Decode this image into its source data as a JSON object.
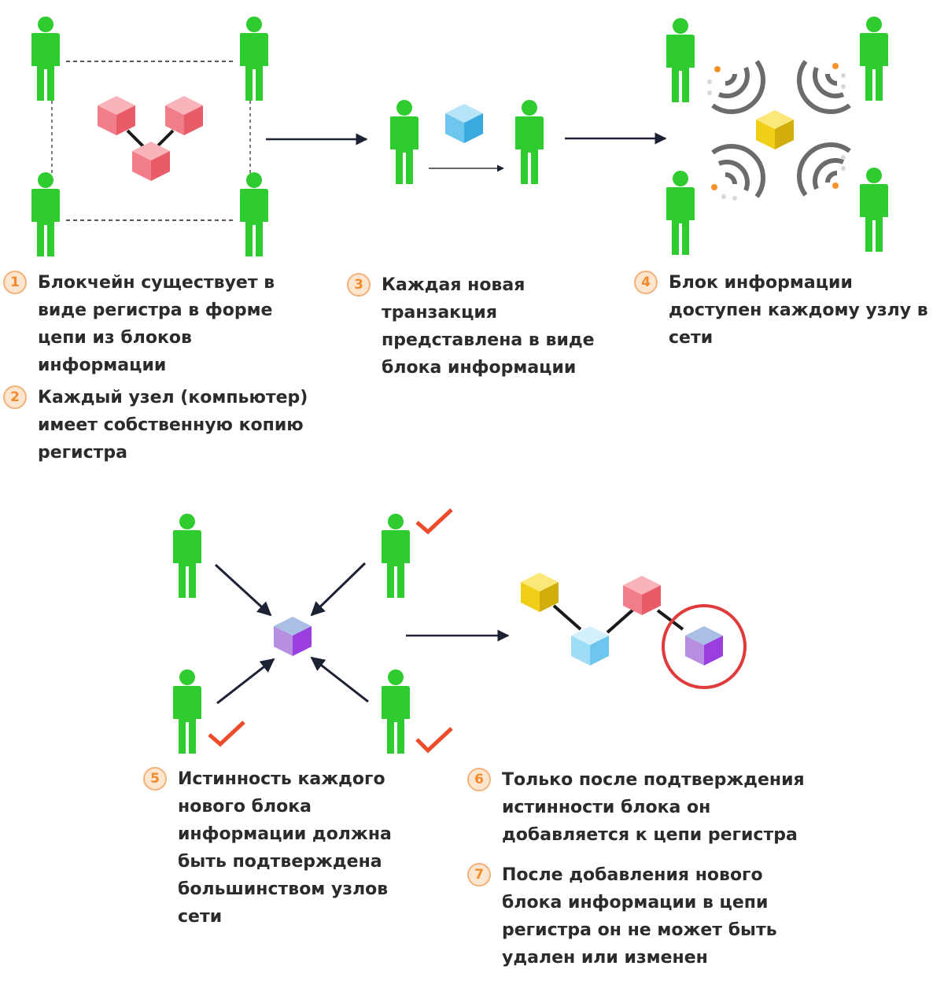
{
  "steps": [
    {
      "number": "1",
      "text": "Блокчейн существует в виде регистра в форме цепи из блоков информации"
    },
    {
      "number": "2",
      "text": "Каждый узел (компьютер) имеет собственную копию регистра"
    },
    {
      "number": "3",
      "text": "Каждая новая транзакция представлена в виде блока информации"
    },
    {
      "number": "4",
      "text": "Блок информации доступен каждому узлу в сети"
    },
    {
      "number": "5",
      "text": "Истинность каждого нового блока информации должна быть подтверждена большинством узлов сети"
    },
    {
      "number": "6",
      "text": "Только после подтверждения истинности блока он добавляется к цепи регистра"
    },
    {
      "number": "7",
      "text": "После добавления нового блока информации в цепи регистра он не может быть удален или изменен"
    }
  ],
  "colors": {
    "node": "#2ecc2e",
    "cube_red": "#f07d88",
    "cube_blue": "#6cc6ee",
    "cube_yellow": "#f0cf18",
    "cube_purple": "#a35ad6",
    "check": "#ee4b2b",
    "highlight_ring": "#e03a3a",
    "signal_dot": "#f5922a",
    "badge": "#f28a2e"
  },
  "icons": [
    "person-node-icon",
    "cube-block-icon",
    "signal-wave-icon",
    "checkmark-icon",
    "arrow-icon"
  ]
}
